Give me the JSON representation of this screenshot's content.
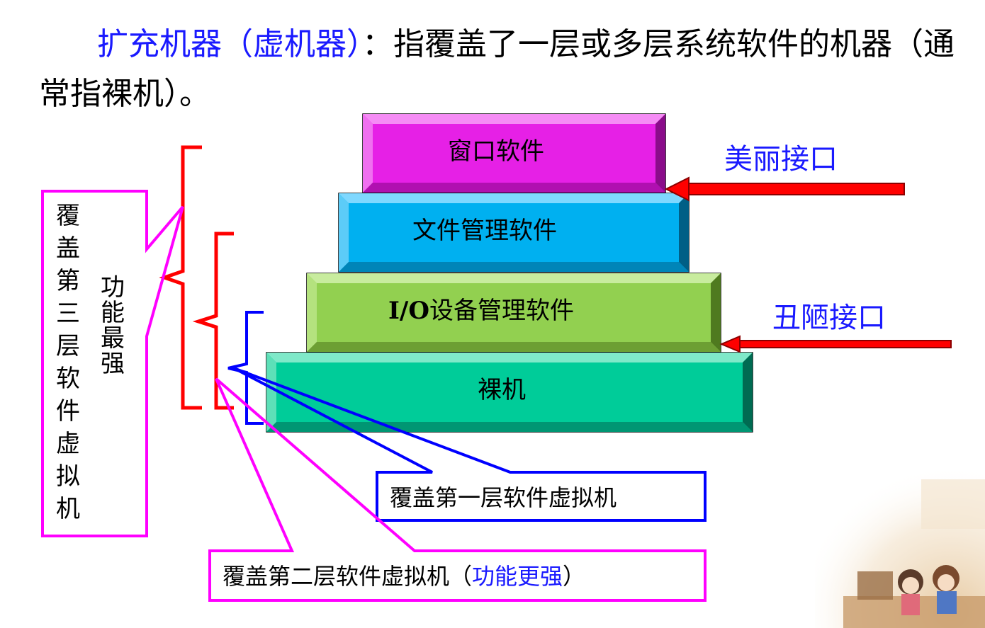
{
  "intro": {
    "term": "扩充机器（虚机器）",
    "colon": "：",
    "definition": "指覆盖了一层或多层系统软件的机器（通常指裸机）。"
  },
  "layers": [
    {
      "label": "窗口软件",
      "color": "#e620e6"
    },
    {
      "label": "文件管理软件",
      "color": "#00b0f0"
    },
    {
      "label_bold": "I/O",
      "label": "设备管理软件",
      "color": "#92d050"
    },
    {
      "label": "裸机",
      "color": "#00cc99"
    }
  ],
  "interfaces": {
    "beautiful": "美丽接口",
    "ugly": "丑陋接口"
  },
  "left_box": {
    "text": "覆盖第三层软件虚拟机",
    "note": "功能最强"
  },
  "vm1_label": "覆盖第一层软件虚拟机",
  "vm2_label": "覆盖第二层软件虚拟机（",
  "vm2_note": "功能更强",
  "vm2_close": "）",
  "colors": {
    "blue_text": "#1a1aff",
    "magenta": "#ff00ff",
    "red": "#ff0000",
    "blue": "#0000ff",
    "arrow_red": "#ff0000"
  }
}
